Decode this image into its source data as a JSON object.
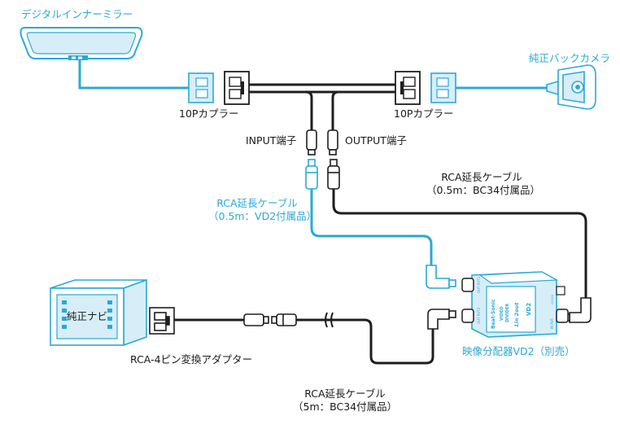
{
  "labels": {
    "digital_mirror": "デジタルインナーミラー",
    "rear_camera": "純正バックカメラ",
    "coupler_left": "10Pカプラー",
    "coupler_right": "10Pカプラー",
    "input_terminal": "INPUT端子",
    "output_terminal": "OUTPUT端子",
    "rca_blue_line1": "RCA延長ケーブル",
    "rca_blue_line2": "（0.5m：VD2付属品）",
    "rca_black_line1": "RCA延長ケーブル",
    "rca_black_line2": "（0.5m：BC34付属品）",
    "navi_label": "純正ナビ",
    "adapter": "RCA-4ピン変換アダプター",
    "rca_5m_line1": "RCA延長ケーブル",
    "rca_5m_line2": "（5m：BC34付属品）",
    "splitter_caption": "映像分配器VD2（別売）"
  },
  "splitter_device": {
    "brand": "Beat-Sonic",
    "product_line1": "VIDEO",
    "product_line2": "DIVIDER",
    "mode": "1in 2out",
    "model": "VD2",
    "port_out1": "OUT PUT1",
    "port_out2": "OUT PUT2",
    "port_in": "IN PUT",
    "dc_label": "DC12V"
  },
  "colors": {
    "accent_blue": "#29a9d6",
    "light_blue_fill": "#d7eef8",
    "cable_black": "#1e1e1e",
    "text": "#1a1a1a"
  }
}
